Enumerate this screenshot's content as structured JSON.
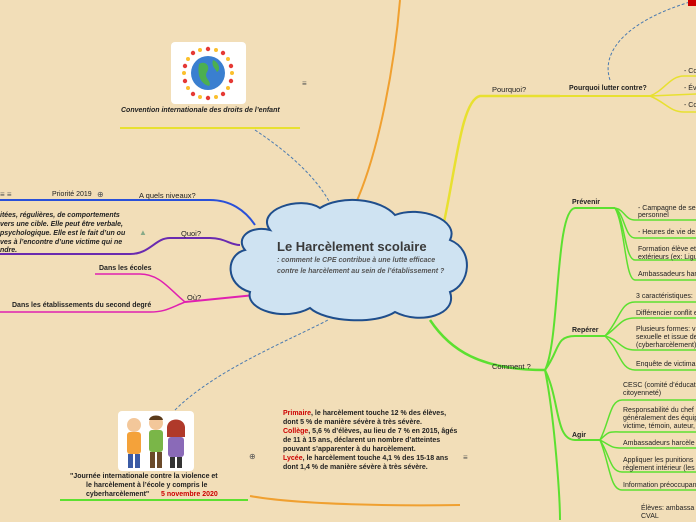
{
  "central": {
    "title": "Le Harcèlement scolaire",
    "subtitle": ": comment le CPE contribue à une lutte efficace contre le harcèlement au sein de l’établissement ?"
  },
  "left": {
    "convention_label": "Convention internationale des droits de l’enfant",
    "quels_niveaux": "A quels niveaux?",
    "priorite": "Priorité 2019",
    "quoi": "Quoi?",
    "quoi_text": [
      "itées, régulières, de comportements",
      "vers une cible. Elle peut être verbale,",
      "psychologique. Elle est le fait d’un ou",
      "ves à l’encontre d’une victime qui ne",
      "ndre."
    ],
    "ou": "Où?",
    "dans_ecoles": "Dans les écoles",
    "dans_etab": "Dans les établissements du second degré",
    "journee_line1": "\"Journée internationale contre la violence et",
    "journee_line2": "le harcèlement à l’école y compris le",
    "journee_line3": "cyberharcèlement\"",
    "journee_date": "5 novembre 2020"
  },
  "stats": {
    "primaire_label": "Primaire",
    "primaire_text": ", le harcèlement touche 12 % des élèves, dont 5 % de manière sévère à très sévère.",
    "college_label": "Collège",
    "college_text": ", 5,6 % d’élèves, au lieu de 7 % en 2015, âgés de 11 à 15 ans, déclarent un nombre d’atteintes pouvant s’apparenter à du harcèlement.",
    "lycee_label": "Lycée",
    "lycee_text": ", le harcèlement touche 4,1 % des 15-18 ans dont 1,4 % de manière sévère à très sévère."
  },
  "right": {
    "pourquoi": "Pourquoi?",
    "pourquoi_lutter": "Pourquoi lutter contre?",
    "pourquoi_items": [
      "- Co",
      "- Év",
      "- Co"
    ],
    "comment": "Comment ?",
    "prevenir": "Prévenir",
    "prevenir_items": [
      "- Campagne de se",
      "personnel",
      "- Heures de vie de",
      "Formation élève et",
      "extérieurs (ex: Ligu",
      "Ambassadeurs har"
    ],
    "reperer": "Repérer",
    "reperer_items": [
      "3 caractéristiques:",
      "Différencier conflit e",
      "Plusieurs formes: v",
      "sexuelle et issue de",
      "(cyberharcèlement)",
      "Enquête de victima"
    ],
    "agir": "Agir",
    "agir_items": [
      "CESC (comité d’éducati",
      "citoyenneté)",
      "Responsabilité du chef",
      "généralement des équip",
      "victime, témoin, auteur,",
      "Ambassadeurs harcèle",
      "Appliquer les punitions",
      "règlement intérieur (les",
      "Information préoccupan"
    ],
    "eleves": "Élèves: ambassa",
    "cval": "CVAL"
  }
}
